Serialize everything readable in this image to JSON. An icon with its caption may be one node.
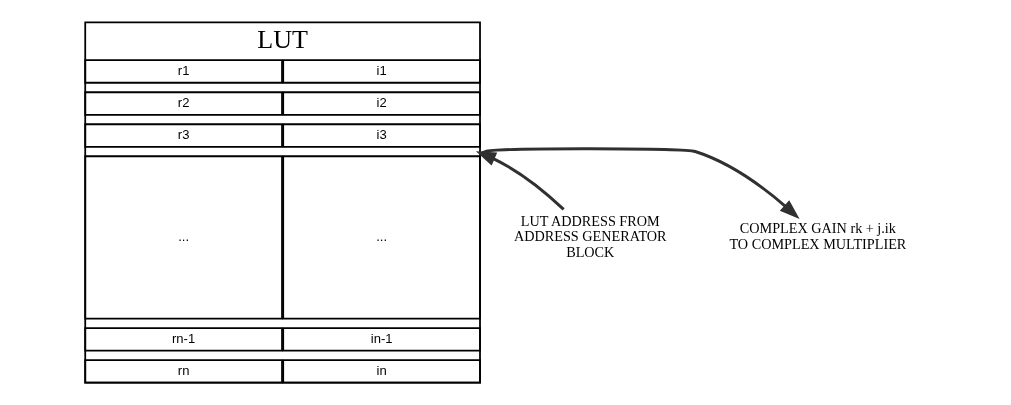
{
  "diagram": {
    "nodes": [
      {
        "text": [
          "LUT ADDRESS FROM ADDRESS GENERATOR BLOCK"
        ]
      },
      {
        "text": [
          "LUT"
        ]
      },
      {
        "text": [
          "r1"
        ],
        "in": 1
      },
      {
        "text": [
          "i1"
        ],
        "in": 1
      },
      {
        "text": [
          "r2"
        ],
        "in": 1
      },
      {
        "text": [
          "i2"
        ],
        "in": 1
      },
      {
        "text": [
          "r3"
        ],
        "in": 1
      },
      {
        "text": [
          "i3"
        ],
        "in": 1
      },
      {
        "text": [
          "..."
        ],
        "in": 1
      },
      {
        "text": [
          "..."
        ],
        "in": 1
      },
      {
        "text": [
          "rn-1"
        ],
        "in": 1
      },
      {
        "text": [
          "in-1"
        ],
        "in": 1
      },
      {
        "text": [
          "rn"
        ],
        "in": 1
      },
      {
        "text": [
          "in"
        ],
        "in": 1
      },
      {
        "text": [
          "COMPLEX GAIN rk + j.ik TO COMPLEX MULTIPLIER"
        ]
      }
    ],
    "edges": [
      {
        "from": 0,
        "to": 1,
        "arrow": "to"
      },
      {
        "from": 1,
        "to": 14,
        "arrow": "to"
      }
    ]
  }
}
